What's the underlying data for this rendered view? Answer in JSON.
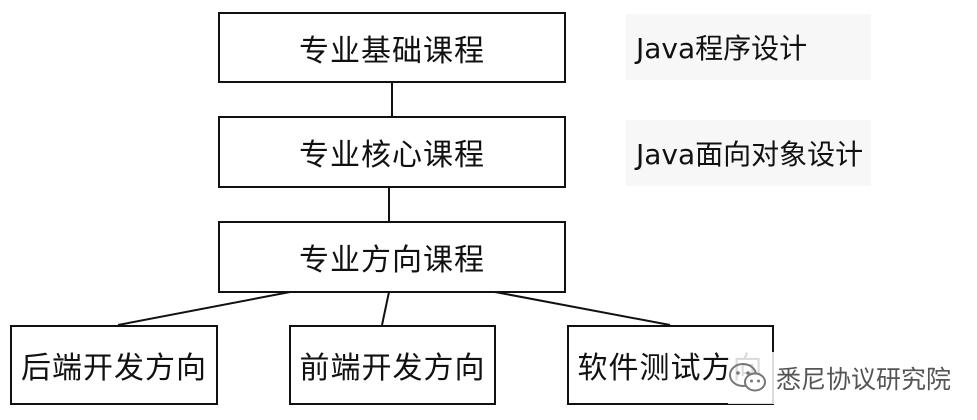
{
  "diagram": {
    "nodes": {
      "basic": "专业基础课程",
      "core": "专业核心课程",
      "direction": "专业方向课程",
      "backend": "后端开发方向",
      "frontend": "前端开发方向",
      "testing": "软件测试方向"
    },
    "notes": {
      "basic": "Java程序设计",
      "core": "Java面向对象设计"
    },
    "edges": [
      [
        "basic",
        "core"
      ],
      [
        "core",
        "direction"
      ],
      [
        "direction",
        "backend"
      ],
      [
        "direction",
        "frontend"
      ],
      [
        "direction",
        "testing"
      ]
    ]
  },
  "watermark": {
    "text": "悉尼协议研究院",
    "icon": "wechat-icon"
  },
  "colors": {
    "line": "#111111",
    "note_bg": "#f7f7f7",
    "watermark_text": "#555555"
  }
}
